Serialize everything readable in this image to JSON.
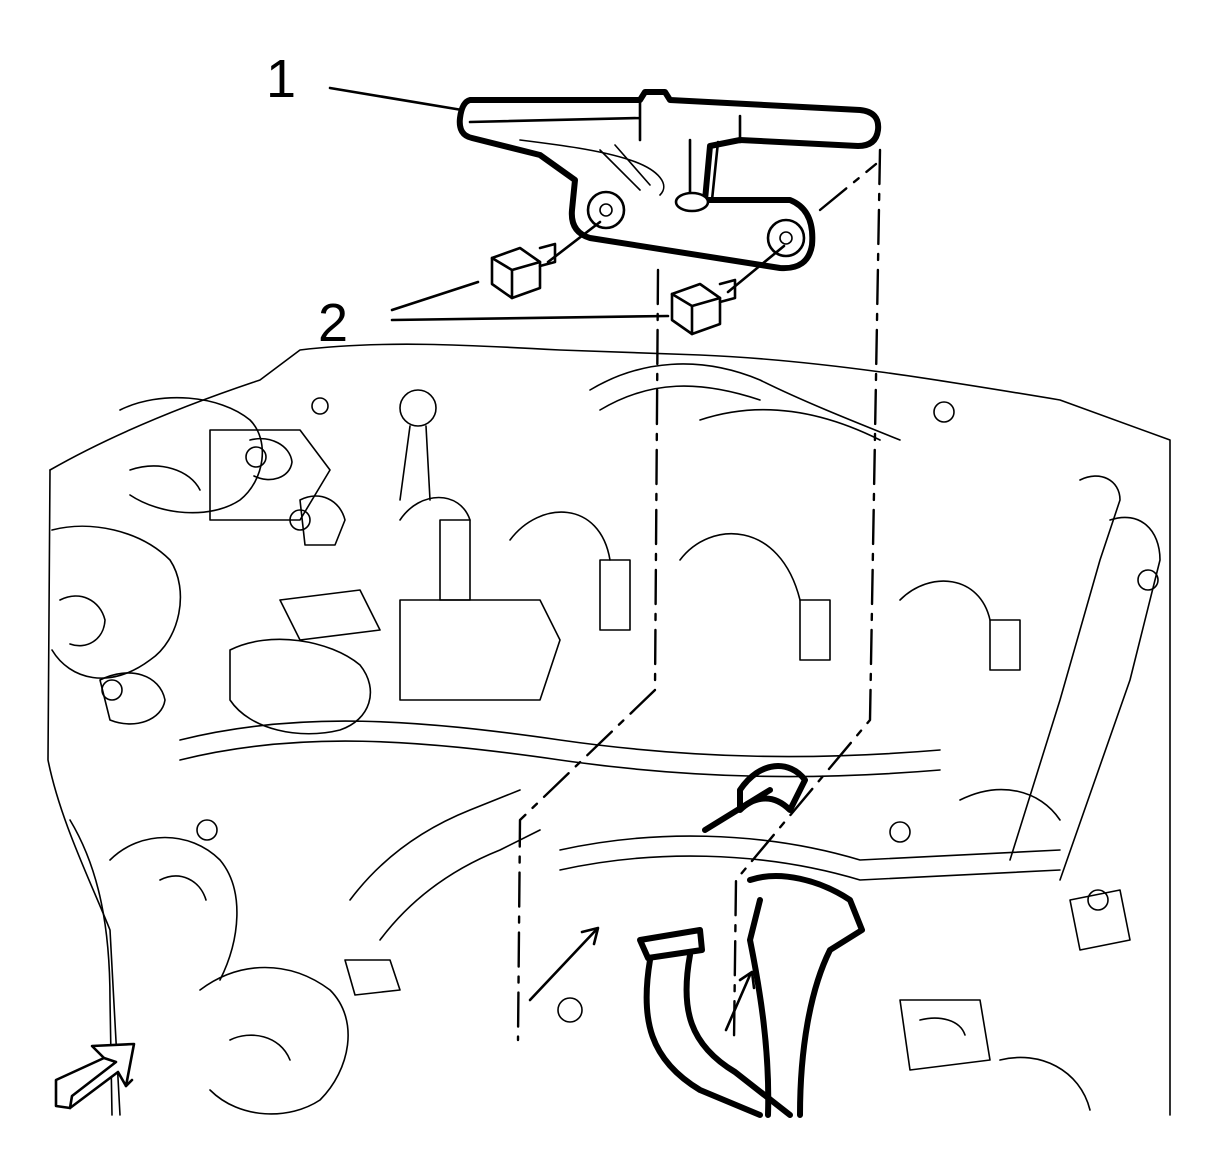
{
  "callouts": [
    {
      "id": "1",
      "label": "1",
      "part": "fuel-rail-pipe"
    },
    {
      "id": "2",
      "label": "2",
      "part": "bolts"
    }
  ],
  "icons": {
    "direction": "front-direction-arrow-icon"
  },
  "colors": {
    "line": "#000000",
    "background": "#ffffff"
  }
}
